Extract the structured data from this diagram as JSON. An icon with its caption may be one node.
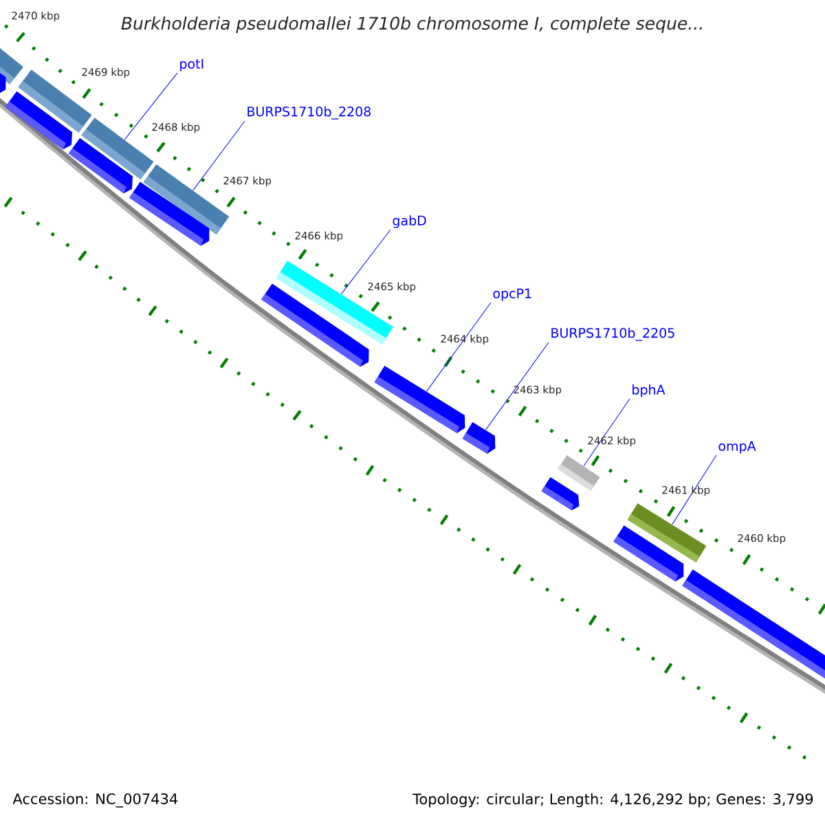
{
  "diagram": {
    "title": "Burkholderia pseudomallei 1710b chromosome I, complete seque...",
    "nodes": [
      {
        "text": [
          "potI"
        ]
      },
      {
        "text": [
          "BURPS1710b_2208"
        ]
      },
      {
        "text": [
          "gabD"
        ]
      },
      {
        "text": [
          "opcP1"
        ]
      },
      {
        "text": [
          "BURPS1710b_2205"
        ]
      },
      {
        "text": [
          "bphA"
        ]
      },
      {
        "text": [
          "ompA"
        ]
      },
      {
        "text": [],
        "shape": "bar"
      },
      {
        "text": [],
        "shape": "bar"
      },
      {
        "text": [],
        "shape": "bar"
      },
      {
        "text": [],
        "shape": "bar"
      },
      {
        "text": [],
        "shape": "bar"
      },
      {
        "text": [],
        "shape": "bar"
      },
      {
        "text": [],
        "shape": "bar"
      },
      {
        "text": [],
        "shape": "bar"
      },
      {
        "text": [],
        "shape": "bar"
      },
      {
        "text": [],
        "shape": "bar"
      },
      {
        "text": [],
        "shape": "bar"
      },
      {
        "text": [],
        "shape": "bar"
      },
      {
        "text": [],
        "shape": "bar"
      },
      {
        "text": [],
        "shape": "bar"
      },
      {
        "text": [],
        "shape": "bar"
      },
      {
        "text": [],
        "shape": "bar"
      },
      {
        "text": [],
        "shape": "bar"
      }
    ],
    "edges": [
      {
        "from": 0,
        "to": 11,
        "arrow": "none"
      },
      {
        "from": 1,
        "to": 13,
        "arrow": "none"
      },
      {
        "from": 2,
        "to": 16,
        "arrow": "none"
      },
      {
        "from": 3,
        "to": 17,
        "arrow": "none"
      },
      {
        "from": 4,
        "to": 18,
        "arrow": "none"
      },
      {
        "from": 5,
        "to": 20,
        "arrow": "none"
      },
      {
        "from": 6,
        "to": 22,
        "arrow": "none"
      }
    ],
    "labels": [
      "2470 kbp",
      "2469 kbp",
      "2468 kbp",
      "2467 kbp",
      "2466 kbp",
      "2465 kbp",
      "2464 kbp",
      "2463 kbp",
      "2462 kbp",
      "2461 kbp",
      "2460 kbp",
      "Accession: NC_007434",
      "Topology: circular; Length: 4,126,292 bp; Genes: 3,799"
    ]
  }
}
